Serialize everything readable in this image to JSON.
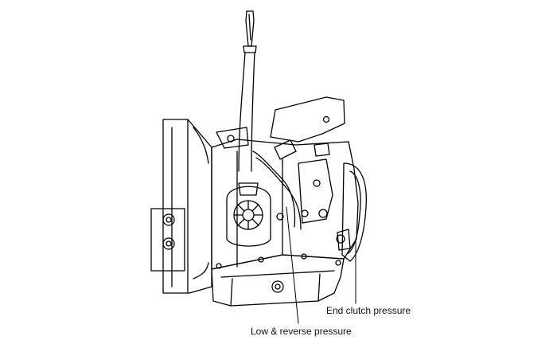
{
  "diagram": {
    "callouts": [
      {
        "id": "end-clutch",
        "text": "End clutch pressure"
      },
      {
        "id": "low-reverse",
        "text": "Low & reverse pressure"
      }
    ]
  }
}
